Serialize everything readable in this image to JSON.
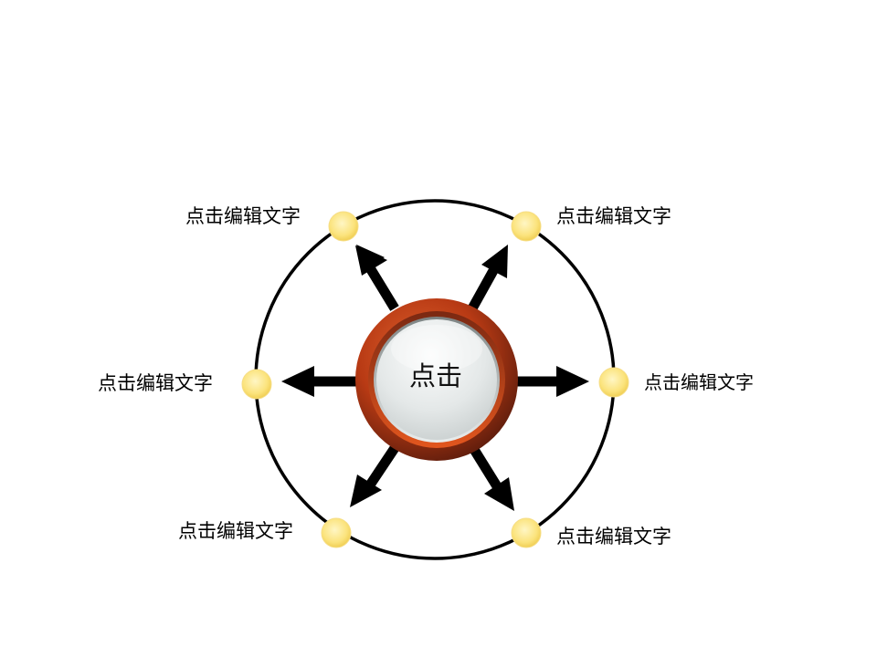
{
  "center": {
    "label": "点击"
  },
  "nodes": [
    {
      "id": "top-left",
      "label": "点击编辑文字"
    },
    {
      "id": "top-right",
      "label": "点击编辑文字"
    },
    {
      "id": "left",
      "label": "点击编辑文字"
    },
    {
      "id": "right",
      "label": "点击编辑文字"
    },
    {
      "id": "bottom-left",
      "label": "点击编辑文字"
    },
    {
      "id": "bottom-right",
      "label": "点击编辑文字"
    }
  ],
  "colors": {
    "ring": "#000000",
    "arrow": "#000000",
    "node_fill": "#fbe37c",
    "node_fill_center": "#fff6c4",
    "button_rim": "#c8461c",
    "button_rim_dark": "#6a2010",
    "button_face": "#e6eaea"
  }
}
